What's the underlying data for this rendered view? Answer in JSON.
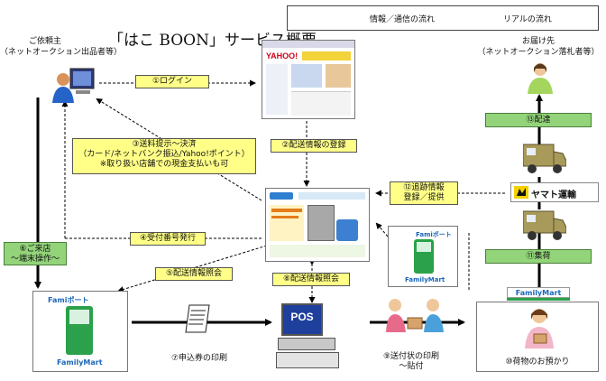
{
  "title": "「はこ BOON」サービス概要",
  "legend": {
    "info_flow": "情報／通信の流れ",
    "real_flow": "リアルの流れ"
  },
  "sender": {
    "line1": "ご依頼主",
    "line2": "（ネットオークション出品者等）"
  },
  "recipient": {
    "line1": "お届け先",
    "line2": "（ネットオークション落札者等）"
  },
  "steps": {
    "s1": "①ログイン",
    "s2": "②配送情報の登録",
    "s3": [
      "③送料提示～決済",
      "（カード/ネットバンク振込/Yahoo!ポイント）",
      "※取り扱い店舗での現金支払いも可"
    ],
    "s4": "④受付番号発行",
    "s5": "⑤配送情報照会",
    "s6": [
      "⑥ご来店",
      "～端末操作～"
    ],
    "s7": "⑦申込券の印刷",
    "s8": "⑧配送情報照会",
    "s9": [
      "⑨送付状の印刷",
      "～貼付"
    ],
    "s10": "⑩荷物のお預かり",
    "s11": "⑪集荷",
    "s12": [
      "⑫追跡情報",
      "登録／提供"
    ],
    "s13": "⑬配達"
  },
  "logos": {
    "yamato": "ヤマト運輸",
    "familymart": "FamilyMart",
    "famiport": "Famiポート",
    "pos": "POS",
    "yahoo": "YAHOO!"
  },
  "colors": {
    "yellow_label": "#ffff88",
    "green_label": "#93d47a",
    "truck": "#a89a5a",
    "familymart_green": "#2aa14a",
    "familymart_blue": "#1b66b8"
  }
}
